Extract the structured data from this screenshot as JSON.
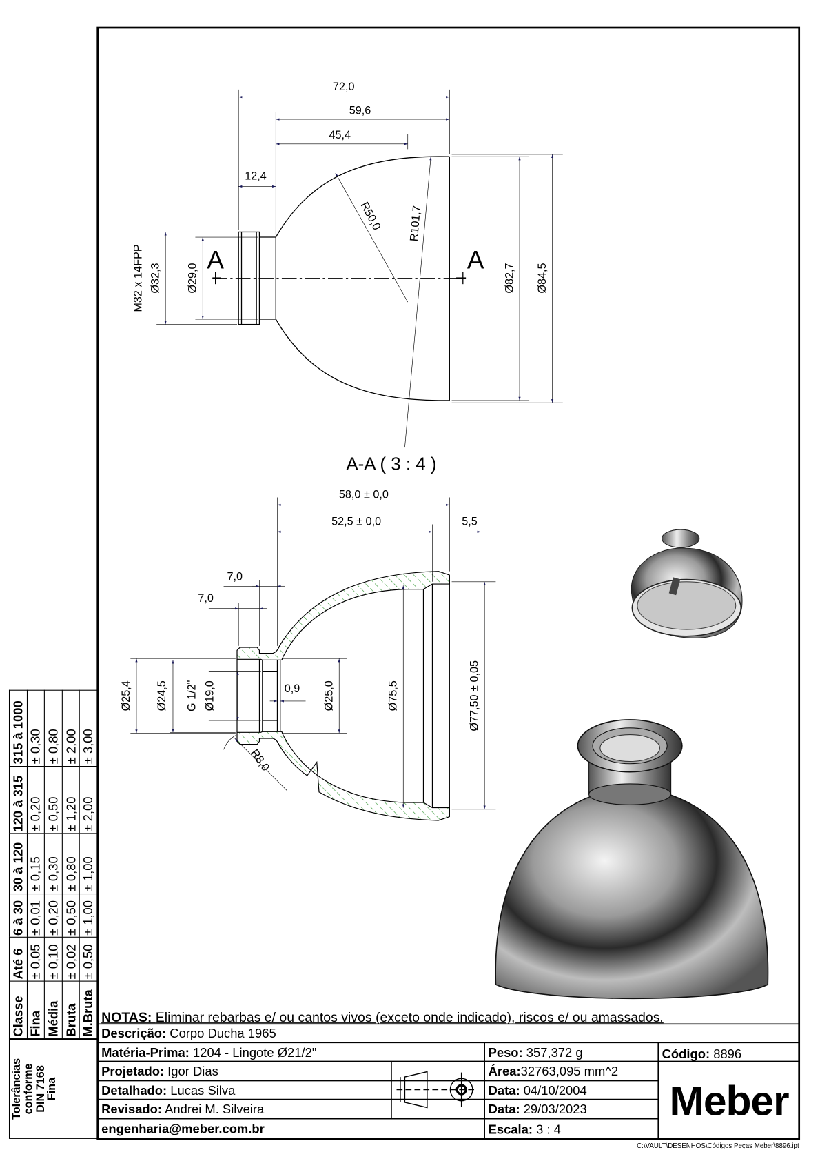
{
  "top_view": {
    "dims": {
      "d72": "72,0",
      "d59": "59,6",
      "d45": "45,4",
      "d12": "12,4",
      "r50": "R50,0",
      "r101": "R101,7",
      "thread": "M32 x 14FPP",
      "d32": "Ø32,3",
      "d29": "Ø29,0",
      "d82": "Ø82,7",
      "d84": "Ø84,5"
    },
    "section_marker_left": "A",
    "section_marker_right": "A"
  },
  "section_view": {
    "title": "A-A  ( 3 : 4 )",
    "dims": {
      "d58": "58,0 ± 0,0",
      "d52": "52,5 ± 0,0",
      "d5": "5,5",
      "d7a": "7,0",
      "d7b": "7,0",
      "d254": "Ø25,4",
      "d245": "Ø24,5",
      "g12": "G 1/2\"",
      "d19": "Ø19,0",
      "d09": "0,9",
      "d25": "Ø25,0",
      "d755": "Ø75,5",
      "d775": "Ø77,50 ± 0,05",
      "r8": "R8,0"
    },
    "hatch_color": "#3a9a3a"
  },
  "tolerances": {
    "headers": [
      "Classe",
      "Até 6",
      "6 à 30",
      "30 à 120",
      "120 à 315",
      "315 à 1000"
    ],
    "rows": [
      [
        "Fina",
        "± 0,05",
        "± 0,01",
        "± 0,15",
        "± 0,20",
        "± 0,30"
      ],
      [
        "Média",
        "± 0,10",
        "± 0,20",
        "± 0,30",
        "± 0,50",
        "± 0,80"
      ],
      [
        "Bruta",
        "± 0,02",
        "± 0,50",
        "± 0,80",
        "± 1,20",
        "± 2,00"
      ],
      [
        "M.Bruta",
        "± 0,50",
        "± 1,00",
        "± 1,00",
        "± 2,00",
        "± 3,00"
      ]
    ],
    "note_lines": [
      "Tolerâncias",
      "conforme",
      "DIN 7168",
      "Fina"
    ]
  },
  "title_block": {
    "notas_label": "NOTAS:",
    "notas": "Eliminar rebarbas e/ ou cantos vivos (exceto onde indicado), riscos e/ ou amassados.",
    "descricao_label": "Descrição:",
    "descricao": "Corpo Ducha 1965",
    "materia_label": "Matéria-Prima:",
    "materia": "1204 - Lingote Ø21/2\"",
    "peso_label": "Peso:",
    "peso": "357,372 g",
    "codigo_label": "Código:",
    "codigo": "8896",
    "projetado_label": "Projetado:",
    "projetado": "Igor Dias",
    "area_label": "Área:",
    "area": "32763,095 mm^2",
    "detalhado_label": "Detalhado:",
    "detalhado": "Lucas Silva",
    "data1_label": "Data:",
    "data1": "04/10/2004",
    "revisado_label": "Revisado:",
    "revisado": "Andrei M. Silveira",
    "data2_label": "Data:",
    "data2": "29/03/2023",
    "email": "engenharia@meber.com.br",
    "escala_label": "Escala:",
    "escala": "3 : 4",
    "logo": "Meber",
    "projection_symbol": "first-angle-projection-icon"
  },
  "file_path": "C:\\VAULT\\DESENHOS\\Códigos Peças Meber\\8896.ipt"
}
